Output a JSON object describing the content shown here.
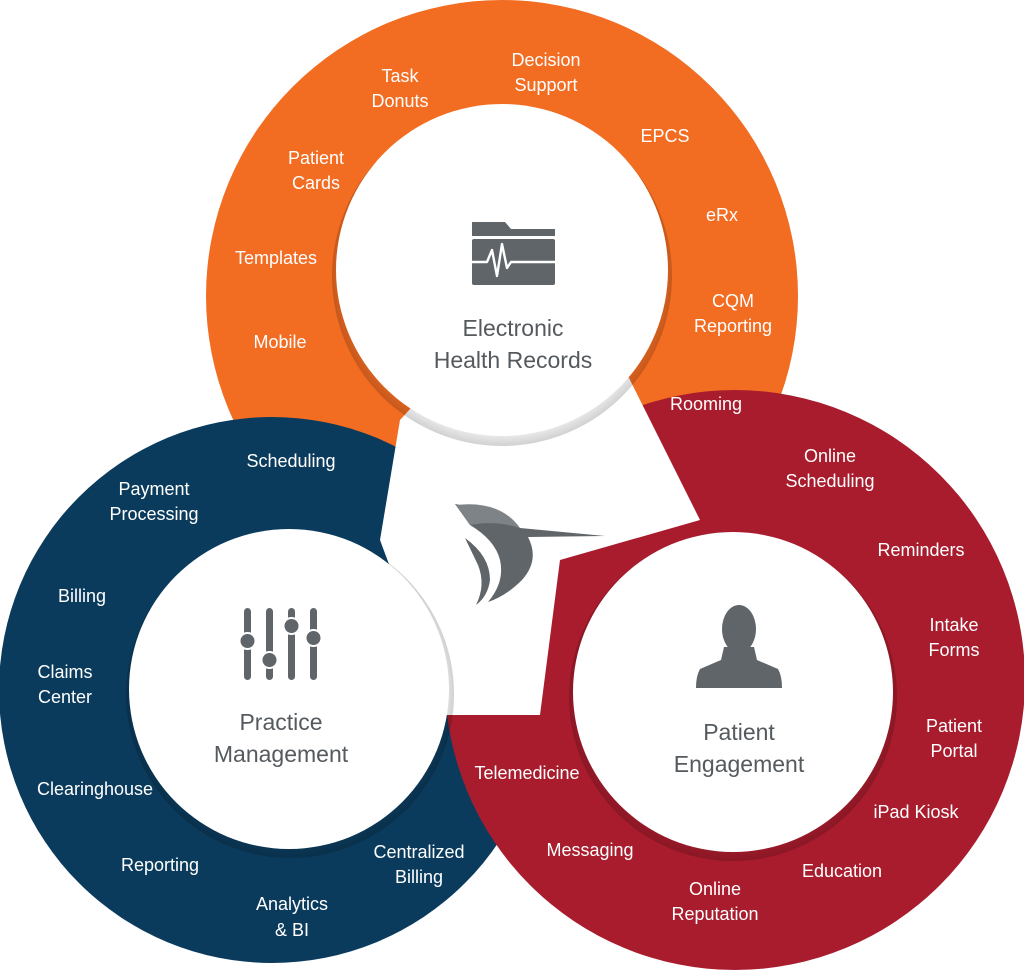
{
  "colors": {
    "ehr": "#f26c22",
    "pm": "#0b3b5c",
    "pe": "#a81c2d",
    "icon": "#5f6569",
    "text_dark": "#555a5e",
    "text_light": "#ffffff"
  },
  "hubs": {
    "ehr": {
      "line1": "Electronic",
      "line2": "Health Records",
      "icon": "folder-heartbeat-icon"
    },
    "pm": {
      "line1": "Practice",
      "line2": "Management",
      "icon": "sliders-icon"
    },
    "pe": {
      "line1": "Patient",
      "line2": "Engagement",
      "icon": "person-icon"
    }
  },
  "center": {
    "icon": "hummingbird-logo-icon"
  },
  "ehr_items": [
    {
      "l1": "Mobile"
    },
    {
      "l1": "Templates"
    },
    {
      "l1": "Patient",
      "l2": "Cards"
    },
    {
      "l1": "Task",
      "l2": "Donuts"
    },
    {
      "l1": "Decision",
      "l2": "Support"
    },
    {
      "l1": "EPCS"
    },
    {
      "l1": "eRx"
    },
    {
      "l1": "CQM",
      "l2": "Reporting"
    },
    {
      "l1": "Rooming"
    }
  ],
  "pm_items": [
    {
      "l1": "Scheduling"
    },
    {
      "l1": "Payment",
      "l2": "Processing"
    },
    {
      "l1": "Billing"
    },
    {
      "l1": "Claims",
      "l2": "Center"
    },
    {
      "l1": "Clearinghouse"
    },
    {
      "l1": "Reporting"
    },
    {
      "l1": "Analytics",
      "l2": "& BI"
    },
    {
      "l1": "Centralized",
      "l2": "Billing"
    }
  ],
  "pe_items": [
    {
      "l1": "Online",
      "l2": "Scheduling"
    },
    {
      "l1": "Reminders"
    },
    {
      "l1": "Intake",
      "l2": "Forms"
    },
    {
      "l1": "Patient",
      "l2": "Portal"
    },
    {
      "l1": "iPad Kiosk"
    },
    {
      "l1": "Education"
    },
    {
      "l1": "Online",
      "l2": "Reputation"
    },
    {
      "l1": "Messaging"
    },
    {
      "l1": "Telemedicine"
    }
  ]
}
